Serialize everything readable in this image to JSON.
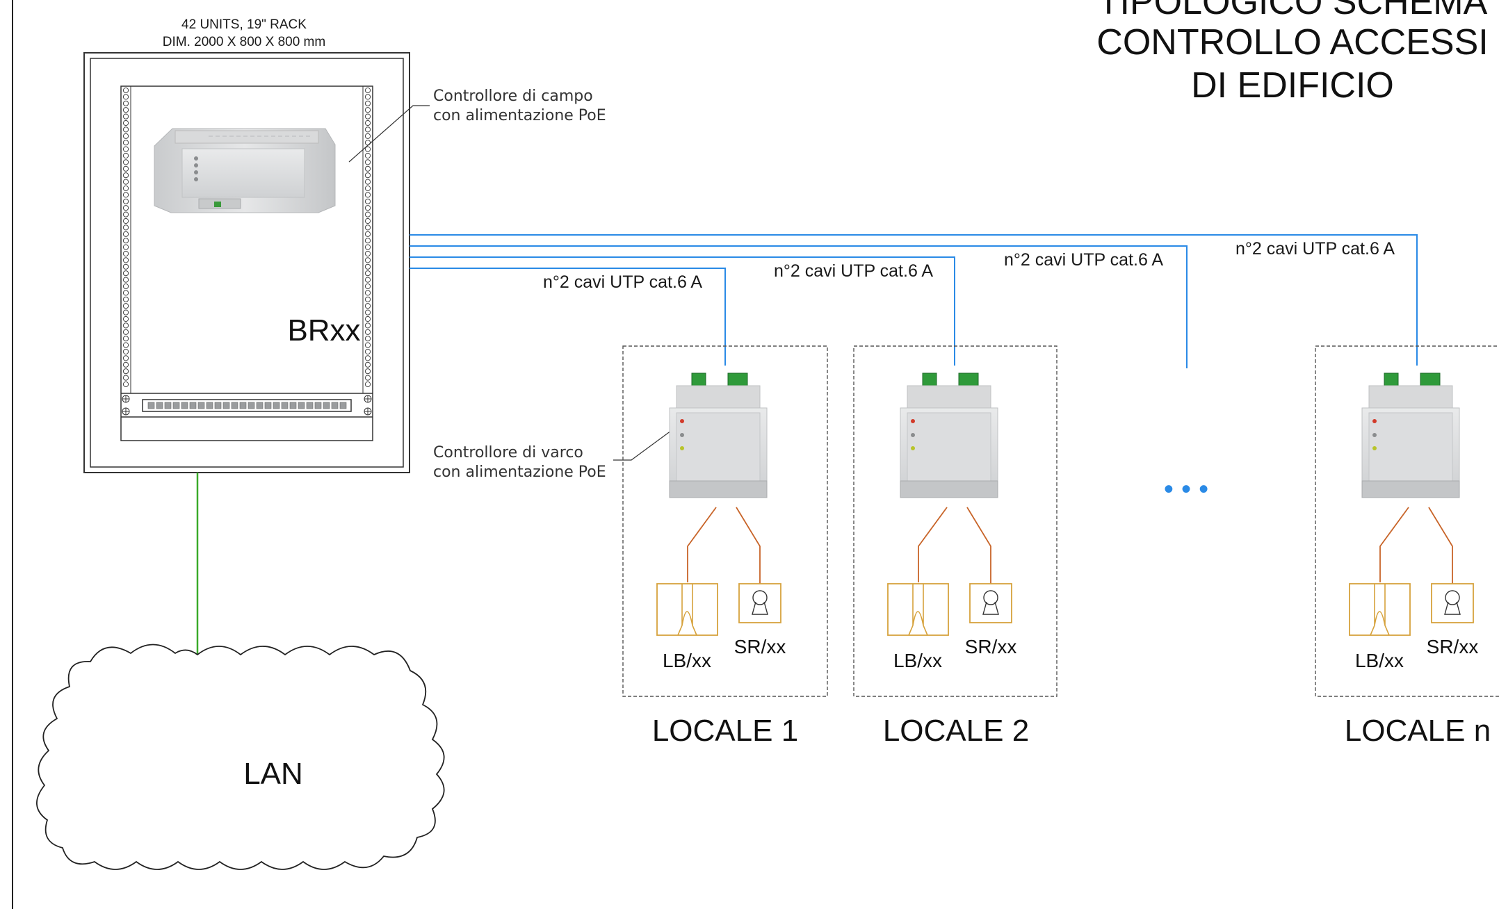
{
  "title": {
    "line1": "TIPOLOGICO SCHEMA",
    "line2": "CONTROLLO ACCESSI",
    "line3": "DI EDIFICIO"
  },
  "rack": {
    "header_line1": "42 UNITS, 19\" RACK",
    "header_line2": "DIM. 2000 X 800 X 800 mm",
    "label": "BRxx"
  },
  "field_controller": {
    "line1": "Controllore di campo",
    "line2": "con alimentazione PoE"
  },
  "gate_controller": {
    "line1": "Controllore di varco",
    "line2": "con alimentazione PoE"
  },
  "cable_label": "n°2 cavi UTP cat.6 A",
  "lan_label": "LAN",
  "ellipsis": "• • •",
  "locali": [
    {
      "name": "LOCALE 1",
      "lb": "LB/xx",
      "sr": "SR/xx"
    },
    {
      "name": "LOCALE 2",
      "lb": "LB/xx",
      "sr": "SR/xx"
    },
    {
      "name": "LOCALE n",
      "lb": "LB/xx",
      "sr": "SR/xx"
    }
  ],
  "colors": {
    "utp_cable": "#2a8ae6",
    "lan_cable": "#3aaa2a",
    "device_wire": "#c86428",
    "device_symbol": "#d6a23c"
  }
}
